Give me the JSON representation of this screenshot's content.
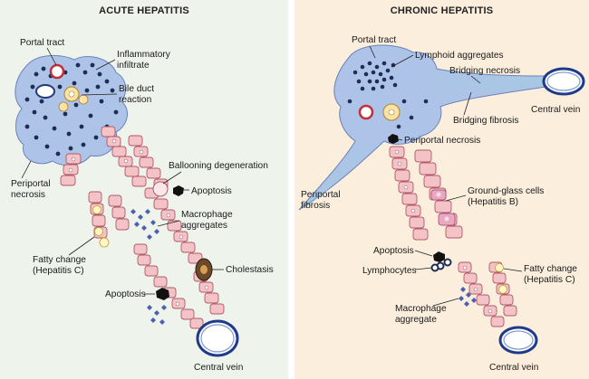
{
  "acute": {
    "title": "ACUTE HEPATITIS",
    "labels": {
      "portal_tract": "Portal tract",
      "inflammatory_1": "Inflammatory",
      "inflammatory_2": "infiltrate",
      "bile_duct_1": "Bile duct",
      "bile_duct_2": "reaction",
      "periportal_1": "Periportal",
      "periportal_2": "necrosis",
      "ballooning": "Ballooning degeneration",
      "apoptosis_top": "Apoptosis",
      "macrophage_1": "Macrophage",
      "macrophage_2": "aggregates",
      "fatty_1": "Fatty change",
      "fatty_2": "(Hepatitis C)",
      "cholestasis": "Cholestasis",
      "apoptosis_bottom": "Apoptosis",
      "central_vein": "Central vein"
    }
  },
  "chronic": {
    "title": "CHRONIC HEPATITIS",
    "labels": {
      "portal_tract": "Portal tract",
      "lymphoid": "Lymphoid aggregates",
      "bridging_necrosis": "Bridging necrosis",
      "central_vein_top": "Central vein",
      "bridging_fibrosis": "Bridging fibrosis",
      "periportal_necrosis": "Periportal necrosis",
      "periportal_fibrosis_1": "Periportal",
      "periportal_fibrosis_2": "fibrosis",
      "ground_glass_1": "Ground-glass cells",
      "ground_glass_2": "(Hepatitis B)",
      "apoptosis": "Apoptosis",
      "lymphocytes": "Lymphocytes",
      "fatty_1": "Fatty change",
      "fatty_2": "(Hepatitis C)",
      "macrophage_1": "Macrophage",
      "macrophage_2": "aggregate",
      "central_vein_bottom": "Central vein"
    }
  }
}
